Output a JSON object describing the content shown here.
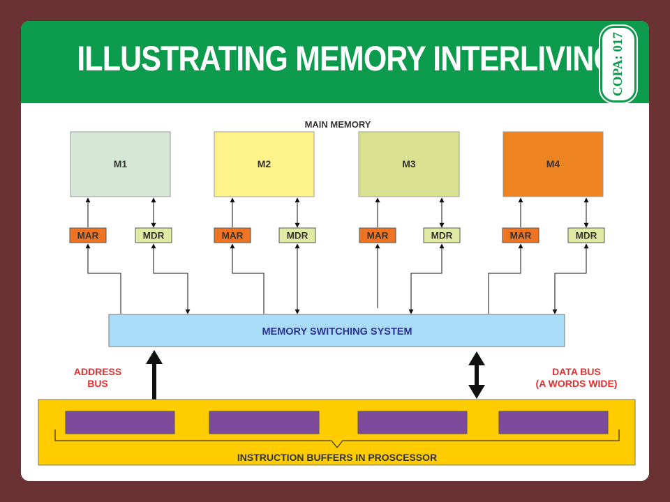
{
  "header": {
    "title": "ILLUSTRATING MEMORY INTERLIVING",
    "badge": "COPA: 017"
  },
  "main_memory": {
    "label": "MAIN MEMORY",
    "modules": [
      {
        "label": "M1",
        "fill": "#d5e8d8"
      },
      {
        "label": "M2",
        "fill": "#fdf38a"
      },
      {
        "label": "M3",
        "fill": "#dae190"
      },
      {
        "label": "M4",
        "fill": "#ee8322"
      }
    ],
    "mar_label": "MAR",
    "mdr_label": "MDR"
  },
  "switch": {
    "label": "MEMORY SWITCHING SYSTEM"
  },
  "address_bus": {
    "line1": "ADDRESS",
    "line2": "BUS"
  },
  "data_bus": {
    "line1": "DATA BUS",
    "line2": "(A WORDS WIDE)"
  },
  "processor": {
    "label": "INSTRUCTION BUFFERS IN PROSCESSOR"
  },
  "colors": {
    "background": "#6b3233",
    "header": "#0c9a4c",
    "mar": "#ee7424",
    "mdr": "#e0eaa2",
    "switch": "#a9dcf7",
    "processor": "#ffcc00",
    "buffer": "#7e4a9b",
    "text_dark": "#333333",
    "text_blue": "#2d3290",
    "text_red": "#e03030"
  }
}
